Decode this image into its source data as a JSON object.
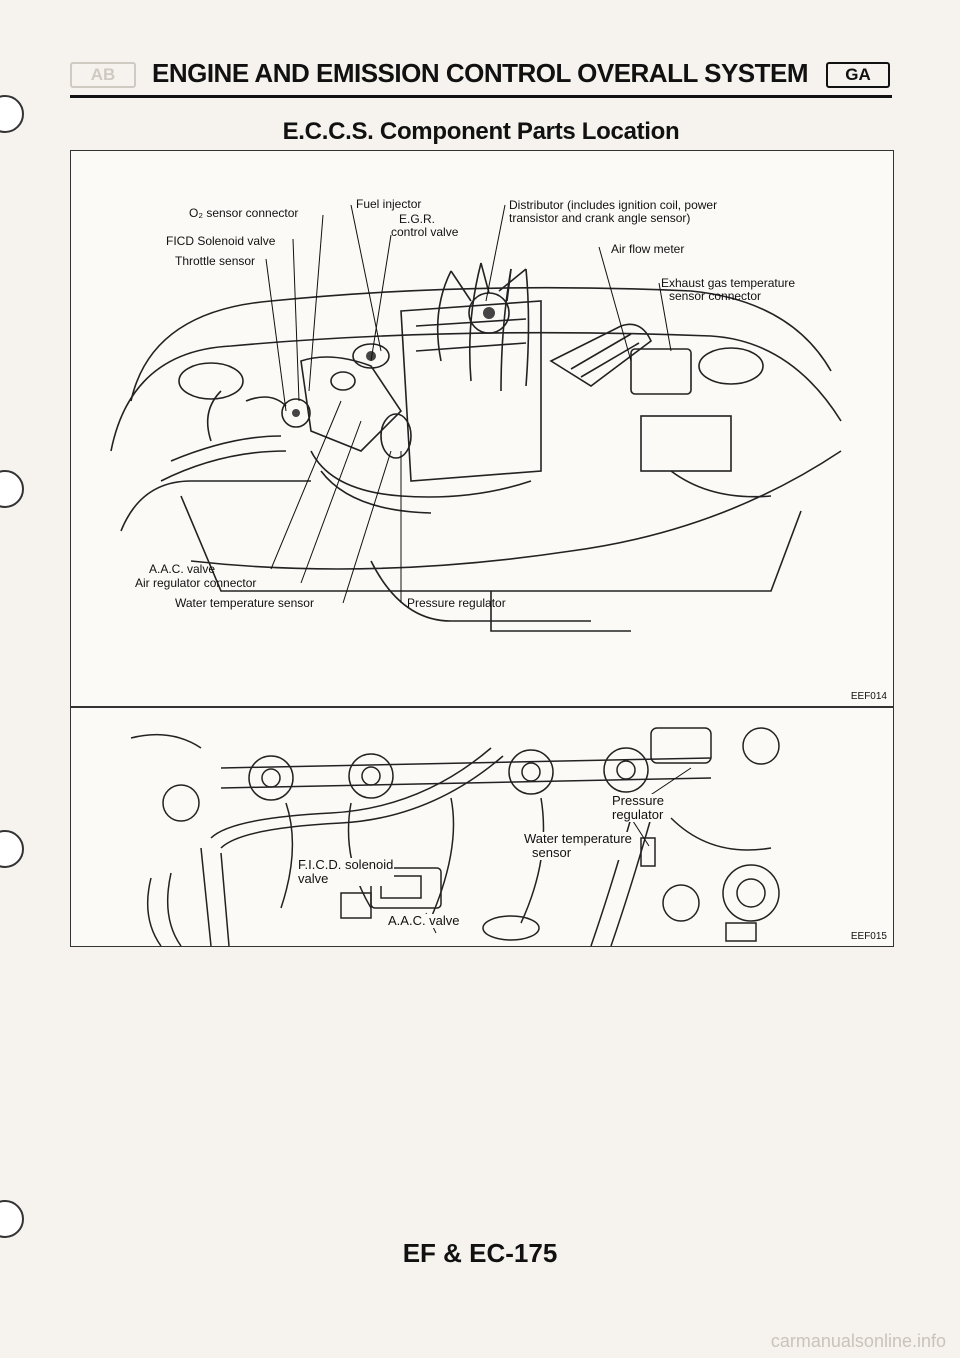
{
  "header": {
    "left_badge": "AB",
    "title": "ENGINE AND EMISSION CONTROL OVERALL SYSTEM",
    "right_badge": "GA"
  },
  "section_title": "E.C.C.S. Component Parts Location",
  "figure1": {
    "code": "EEF014",
    "labels": {
      "o2_sensor_connector": "O₂ sensor connector",
      "ficd_solenoid_valve": "FICD Solenoid valve",
      "throttle_sensor": "Throttle sensor",
      "fuel_injector": "Fuel injector",
      "egr_control_valve_1": "E.G.R.",
      "egr_control_valve_2": "control valve",
      "distributor_1": "Distributor (includes ignition coil, power",
      "distributor_2": "transistor and crank angle sensor)",
      "air_flow_meter": "Air flow meter",
      "exhaust_gas_1": "Exhaust gas temperature",
      "exhaust_gas_2": "sensor connector",
      "aac_valve": "A.A.C. valve",
      "air_regulator_connector": "Air regulator connector",
      "water_temperature_sensor": "Water temperature sensor",
      "pressure_regulator": "Pressure regulator"
    }
  },
  "figure2": {
    "code": "EEF015",
    "labels": {
      "pressure_regulator_1": "Pressure",
      "pressure_regulator_2": "regulator",
      "water_temp_1": "Water temperature",
      "water_temp_2": "sensor",
      "ficd_1": "F.I.C.D. solenoid",
      "ficd_2": "valve",
      "aac_valve": "A.A.C. valve"
    }
  },
  "footer": {
    "page_number": "EF & EC-175"
  },
  "watermark": "carmanualsonline.info"
}
